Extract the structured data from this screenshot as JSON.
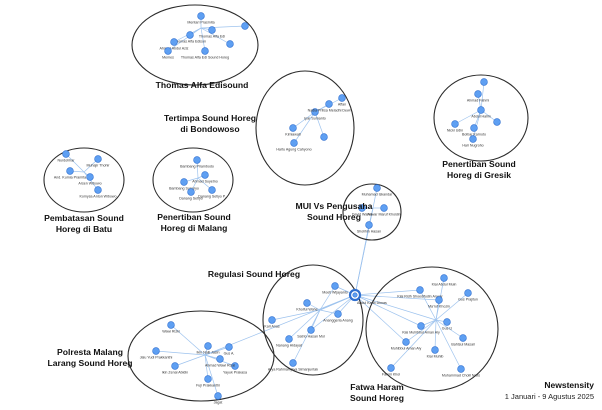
{
  "brand": {
    "name": "Newstensity",
    "period": "1 Januari - 9 Agustus 2025"
  },
  "clusters": [
    {
      "title": [
        "Thomas Alfa Edisound"
      ],
      "nodes": [
        "Mentari Prasmita",
        "Thomas Alfa Edi",
        "Thomas Alfa Edison",
        "Ahmad Abdul Aziz",
        "Memes",
        "Thomas Alfa Edi Sound Horeg",
        "",
        ""
      ]
    },
    {
      "title": [
        "Tertimpa Sound Horeg",
        "di Bondowoso"
      ],
      "nodes": [
        "Affan",
        "Ipar Sumanto",
        "Nadia Prilisa Meladhi Dewi",
        "Kimiawati",
        "Hartu Agung Cahyono",
        ""
      ]
    },
    {
      "title": [
        "Penertiban Sound",
        "Horeg di Gresik"
      ],
      "nodes": [
        "Ahmad Fahmi",
        "Abdul Halim",
        "Nicki Udin",
        "Bolbar Karnoto",
        "Hari Nugroho",
        "",
        ""
      ]
    },
    {
      "title": [
        "Pembatasan Sound",
        "Horeg di Batu"
      ],
      "nodes": [
        "Nurdohhar",
        "Muhajir Thohir",
        "And. Kurnia Pramita",
        "Arsen Wibowo",
        "Komysa Anton Wibowo"
      ]
    },
    {
      "title": [
        "Penertiban Sound",
        "Horeg di Malang"
      ],
      "nodes": [
        "Bambang Priambodo",
        "Ahmad Suyetno",
        "Bambang Sunaryo",
        "Danang Setiyo",
        "Danang Setiyo P."
      ]
    },
    {
      "title": [
        "MUI Vs Pengusaha",
        "Sound Horeg"
      ],
      "nodes": [
        "Muhamad Iskandar",
        "David Wahid",
        "Anwar Maruf Khoidin",
        "Sholihin Hasan"
      ]
    },
    {
      "title": [
        "Regulasi Sound Horeg"
      ],
      "nodes": [
        "Moeti Wijayanto",
        "Khoiful Wahe",
        "Ananggeria Anang",
        "Kari Anas",
        "Satrio Hasan Mol",
        "Nanang Hidayat",
        "Arya Rahmanijaya Simanjuntak"
      ]
    },
    {
      "title": [
        "Polresta Malang",
        "Larang Sound Horeg"
      ],
      "nodes": [
        "Wawi Rizki",
        "Ikin Naili Jasin",
        "Jalu Yudi Prakkanthi",
        "Gus A.",
        "Yayuk Prakasa",
        "Ahmad Wawi Rizal",
        "Ikin Zenal Abidin",
        "Fuji Prakkanthi",
        "Jagat"
      ]
    },
    {
      "title": [
        "Fatwa Haram",
        "Sound Horeg"
      ],
      "nodes": [
        "Kiai Abdul Muin",
        "Kiai Ridh Shoedifudin Anwar",
        "Gus Prajitun",
        "Ma'ruf Khozin",
        "Gus Iz",
        "Kiai Muhibbul Aman Aly",
        "Bahtsul Masail",
        "Muhibbul Aman Aly",
        "Kiai Muhib",
        "Fahmi Khol",
        "Muhammad Cholil Nafis"
      ]
    }
  ],
  "hub": {
    "name": "Abdul Karib Dimas"
  }
}
